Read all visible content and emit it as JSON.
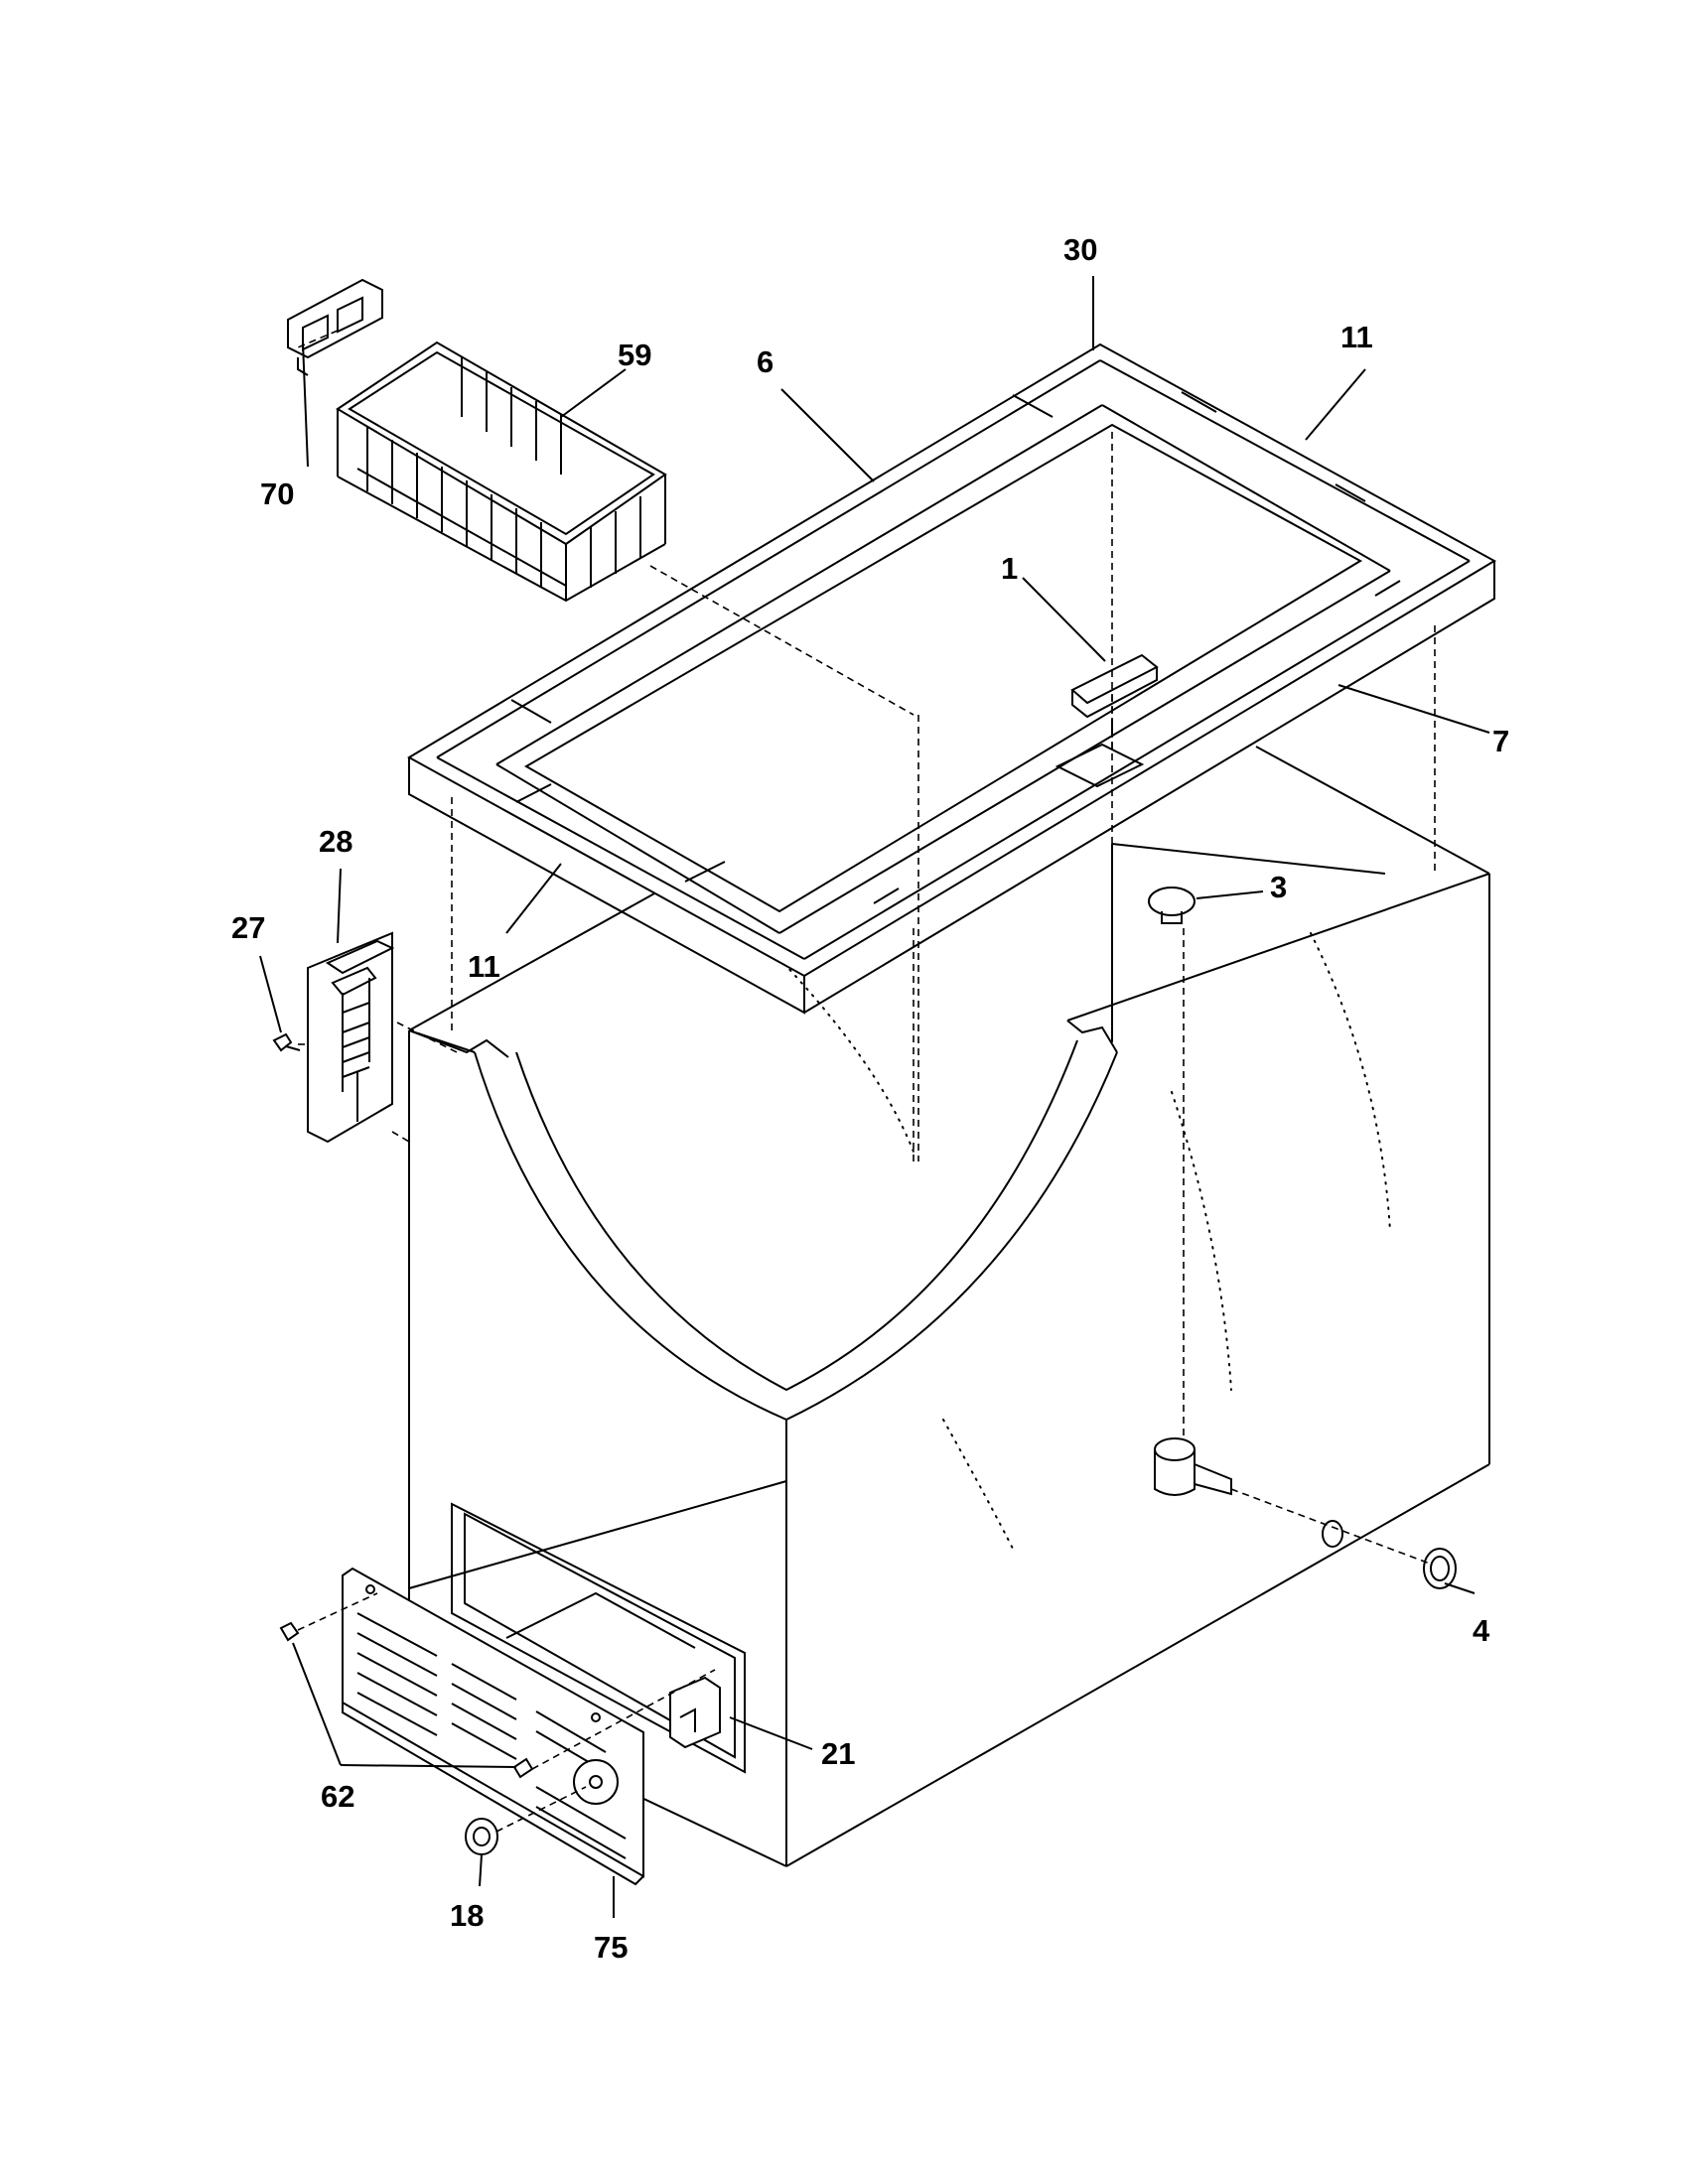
{
  "diagram": {
    "callouts": {
      "c30": "30",
      "c11_top": "11",
      "c59": "59",
      "c6": "6",
      "c70": "70",
      "c1": "1",
      "c7": "7",
      "c28": "28",
      "c3": "3",
      "c27": "27",
      "c11_left": "11",
      "c4": "4",
      "c21": "21",
      "c62": "62",
      "c18": "18",
      "c75": "75"
    }
  }
}
